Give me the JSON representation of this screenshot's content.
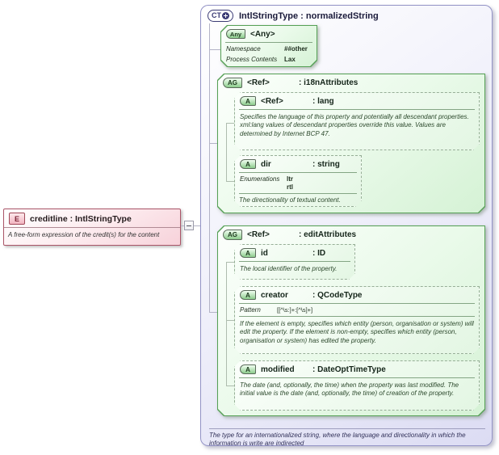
{
  "element": {
    "badge": "E",
    "title": "creditline : IntlStringType",
    "annotation": "A free-form expression of the credit(s) for the content"
  },
  "ct": {
    "badge": "CT",
    "title": "IntlStringType : normalizedString",
    "annotation": "The type for an internationalized string, where the language and directionality in which the information is write are indirected",
    "any": {
      "badge": "Any",
      "title": "<Any>",
      "rows": [
        {
          "label": "Namespace",
          "value": "##other"
        },
        {
          "label": "Process Contents",
          "value": "Lax"
        }
      ]
    },
    "groups": [
      {
        "badge": "AG",
        "name": "<Ref>",
        "type": ": i18nAttributes",
        "attributes": [
          {
            "badge": "A",
            "name": "<Ref>",
            "type": ": lang",
            "annotation": "Specifies the language of this property and potentially all descendant properties. xml:lang values of descendant properties override this value. Values are determined by Internet BCP 47."
          },
          {
            "badge": "A",
            "name": "dir",
            "type": ": string",
            "enum_label": "Enumerations",
            "enums": [
              "ltr",
              "rtl"
            ],
            "annotation": "The directionality of textual content."
          }
        ]
      },
      {
        "badge": "AG",
        "name": "<Ref>",
        "type": ": editAttributes",
        "attributes": [
          {
            "badge": "A",
            "name": "id",
            "type": ": ID",
            "annotation": "The local identifier of the property."
          },
          {
            "badge": "A",
            "name": "creator",
            "type": ": QCodeType",
            "pattern_label": "Pattern",
            "pattern": "[[^\\s:]+:[^\\s]+]",
            "annotation": "If the element is empty, specifies which entity (person, organisation or system) will edit the property. If the element is non-empty, specifies which entity (person, organisation or system) has edited the property."
          },
          {
            "badge": "A",
            "name": "modified",
            "type": ": DateOptTimeType",
            "annotation": "The date (and, optionally, the time) when the property was last modified. The initial value is the date (and, optionally, the time) of creation of the property."
          }
        ]
      }
    ]
  }
}
